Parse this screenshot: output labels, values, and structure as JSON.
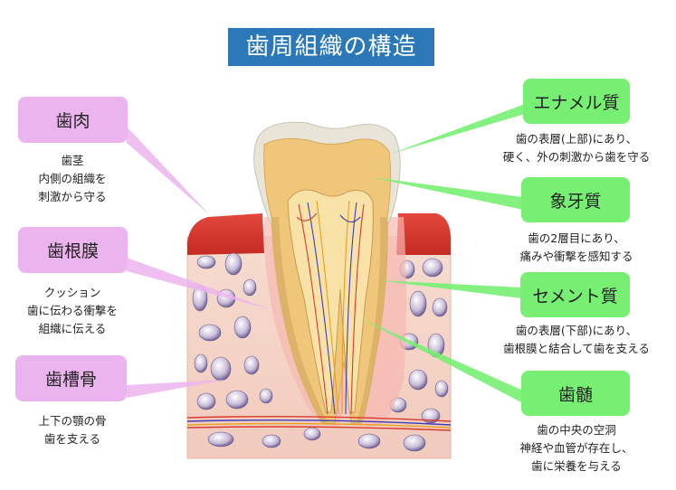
{
  "title": "歯周組織の構造",
  "left_labels": [
    {
      "name": "歯肉",
      "desc": [
        "歯茎",
        "内側の組織を",
        "刺激から守る"
      ]
    },
    {
      "name": "歯根膜",
      "desc": [
        "クッション",
        "歯に伝わる衝撃を",
        "組織に伝える"
      ]
    },
    {
      "name": "歯槽骨",
      "desc": [
        "上下の顎の骨",
        "歯を支える"
      ]
    }
  ],
  "right_labels": [
    {
      "name": "エナメル質",
      "desc": [
        "歯の表層(上部)にあり、",
        "硬く、外の刺激から歯を守る"
      ]
    },
    {
      "name": "象牙質",
      "desc": [
        "歯の2層目にあり、",
        "痛みや衝撃を感知する"
      ]
    },
    {
      "name": "セメント質",
      "desc": [
        "歯の表層(下部)にあり、",
        "歯根膜と結合して歯を支える"
      ]
    },
    {
      "name": "歯髄",
      "desc": [
        "歯の中央の空洞",
        "神経や血管が存在し、",
        "歯に栄養を与える"
      ]
    }
  ],
  "colors": {
    "title_bg": "#2a78b8",
    "left_box": "#ecb4ef",
    "right_box": "#77ef73",
    "gum": "#d8362c",
    "bone": "#f3d2c4",
    "enamel": "#e9e6dc",
    "dentin": "#f0c77a",
    "pulp": "#f6dfa4"
  }
}
